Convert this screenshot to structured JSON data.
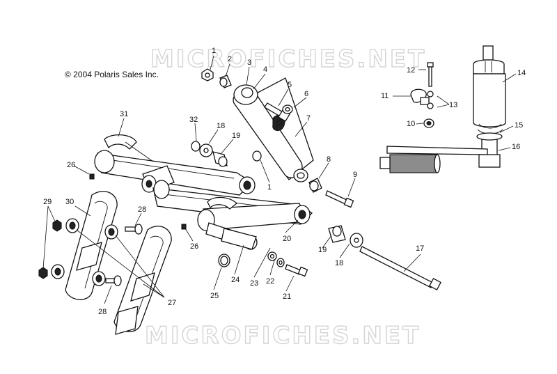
{
  "copyright": "© 2004 Polaris Sales Inc.",
  "watermark": "MICROFICHES.NET",
  "colors": {
    "ink": "#111111",
    "watermark": "#d4d4d4",
    "background": "#ffffff"
  },
  "callouts": [
    {
      "id": "c1a",
      "label": "1"
    },
    {
      "id": "c1b",
      "label": "1"
    },
    {
      "id": "c2",
      "label": "2"
    },
    {
      "id": "c3",
      "label": "3"
    },
    {
      "id": "c4",
      "label": "4"
    },
    {
      "id": "c5",
      "label": "5"
    },
    {
      "id": "c6",
      "label": "6"
    },
    {
      "id": "c7",
      "label": "7"
    },
    {
      "id": "c8",
      "label": "8"
    },
    {
      "id": "c9",
      "label": "9"
    },
    {
      "id": "c10",
      "label": "10"
    },
    {
      "id": "c11",
      "label": "11"
    },
    {
      "id": "c12",
      "label": "12"
    },
    {
      "id": "c13",
      "label": "13"
    },
    {
      "id": "c14",
      "label": "14"
    },
    {
      "id": "c15",
      "label": "15"
    },
    {
      "id": "c16",
      "label": "16"
    },
    {
      "id": "c17",
      "label": "17"
    },
    {
      "id": "c18a",
      "label": "18"
    },
    {
      "id": "c18b",
      "label": "18"
    },
    {
      "id": "c19a",
      "label": "19"
    },
    {
      "id": "c19b",
      "label": "19"
    },
    {
      "id": "c20",
      "label": "20"
    },
    {
      "id": "c21",
      "label": "21"
    },
    {
      "id": "c22",
      "label": "22"
    },
    {
      "id": "c23",
      "label": "23"
    },
    {
      "id": "c24",
      "label": "24"
    },
    {
      "id": "c25",
      "label": "25"
    },
    {
      "id": "c26a",
      "label": "26"
    },
    {
      "id": "c26b",
      "label": "26"
    },
    {
      "id": "c27",
      "label": "27"
    },
    {
      "id": "c28a",
      "label": "28"
    },
    {
      "id": "c28b",
      "label": "28"
    },
    {
      "id": "c29",
      "label": "29"
    },
    {
      "id": "c30",
      "label": "30"
    },
    {
      "id": "c31",
      "label": "31"
    },
    {
      "id": "c32",
      "label": "32"
    }
  ]
}
